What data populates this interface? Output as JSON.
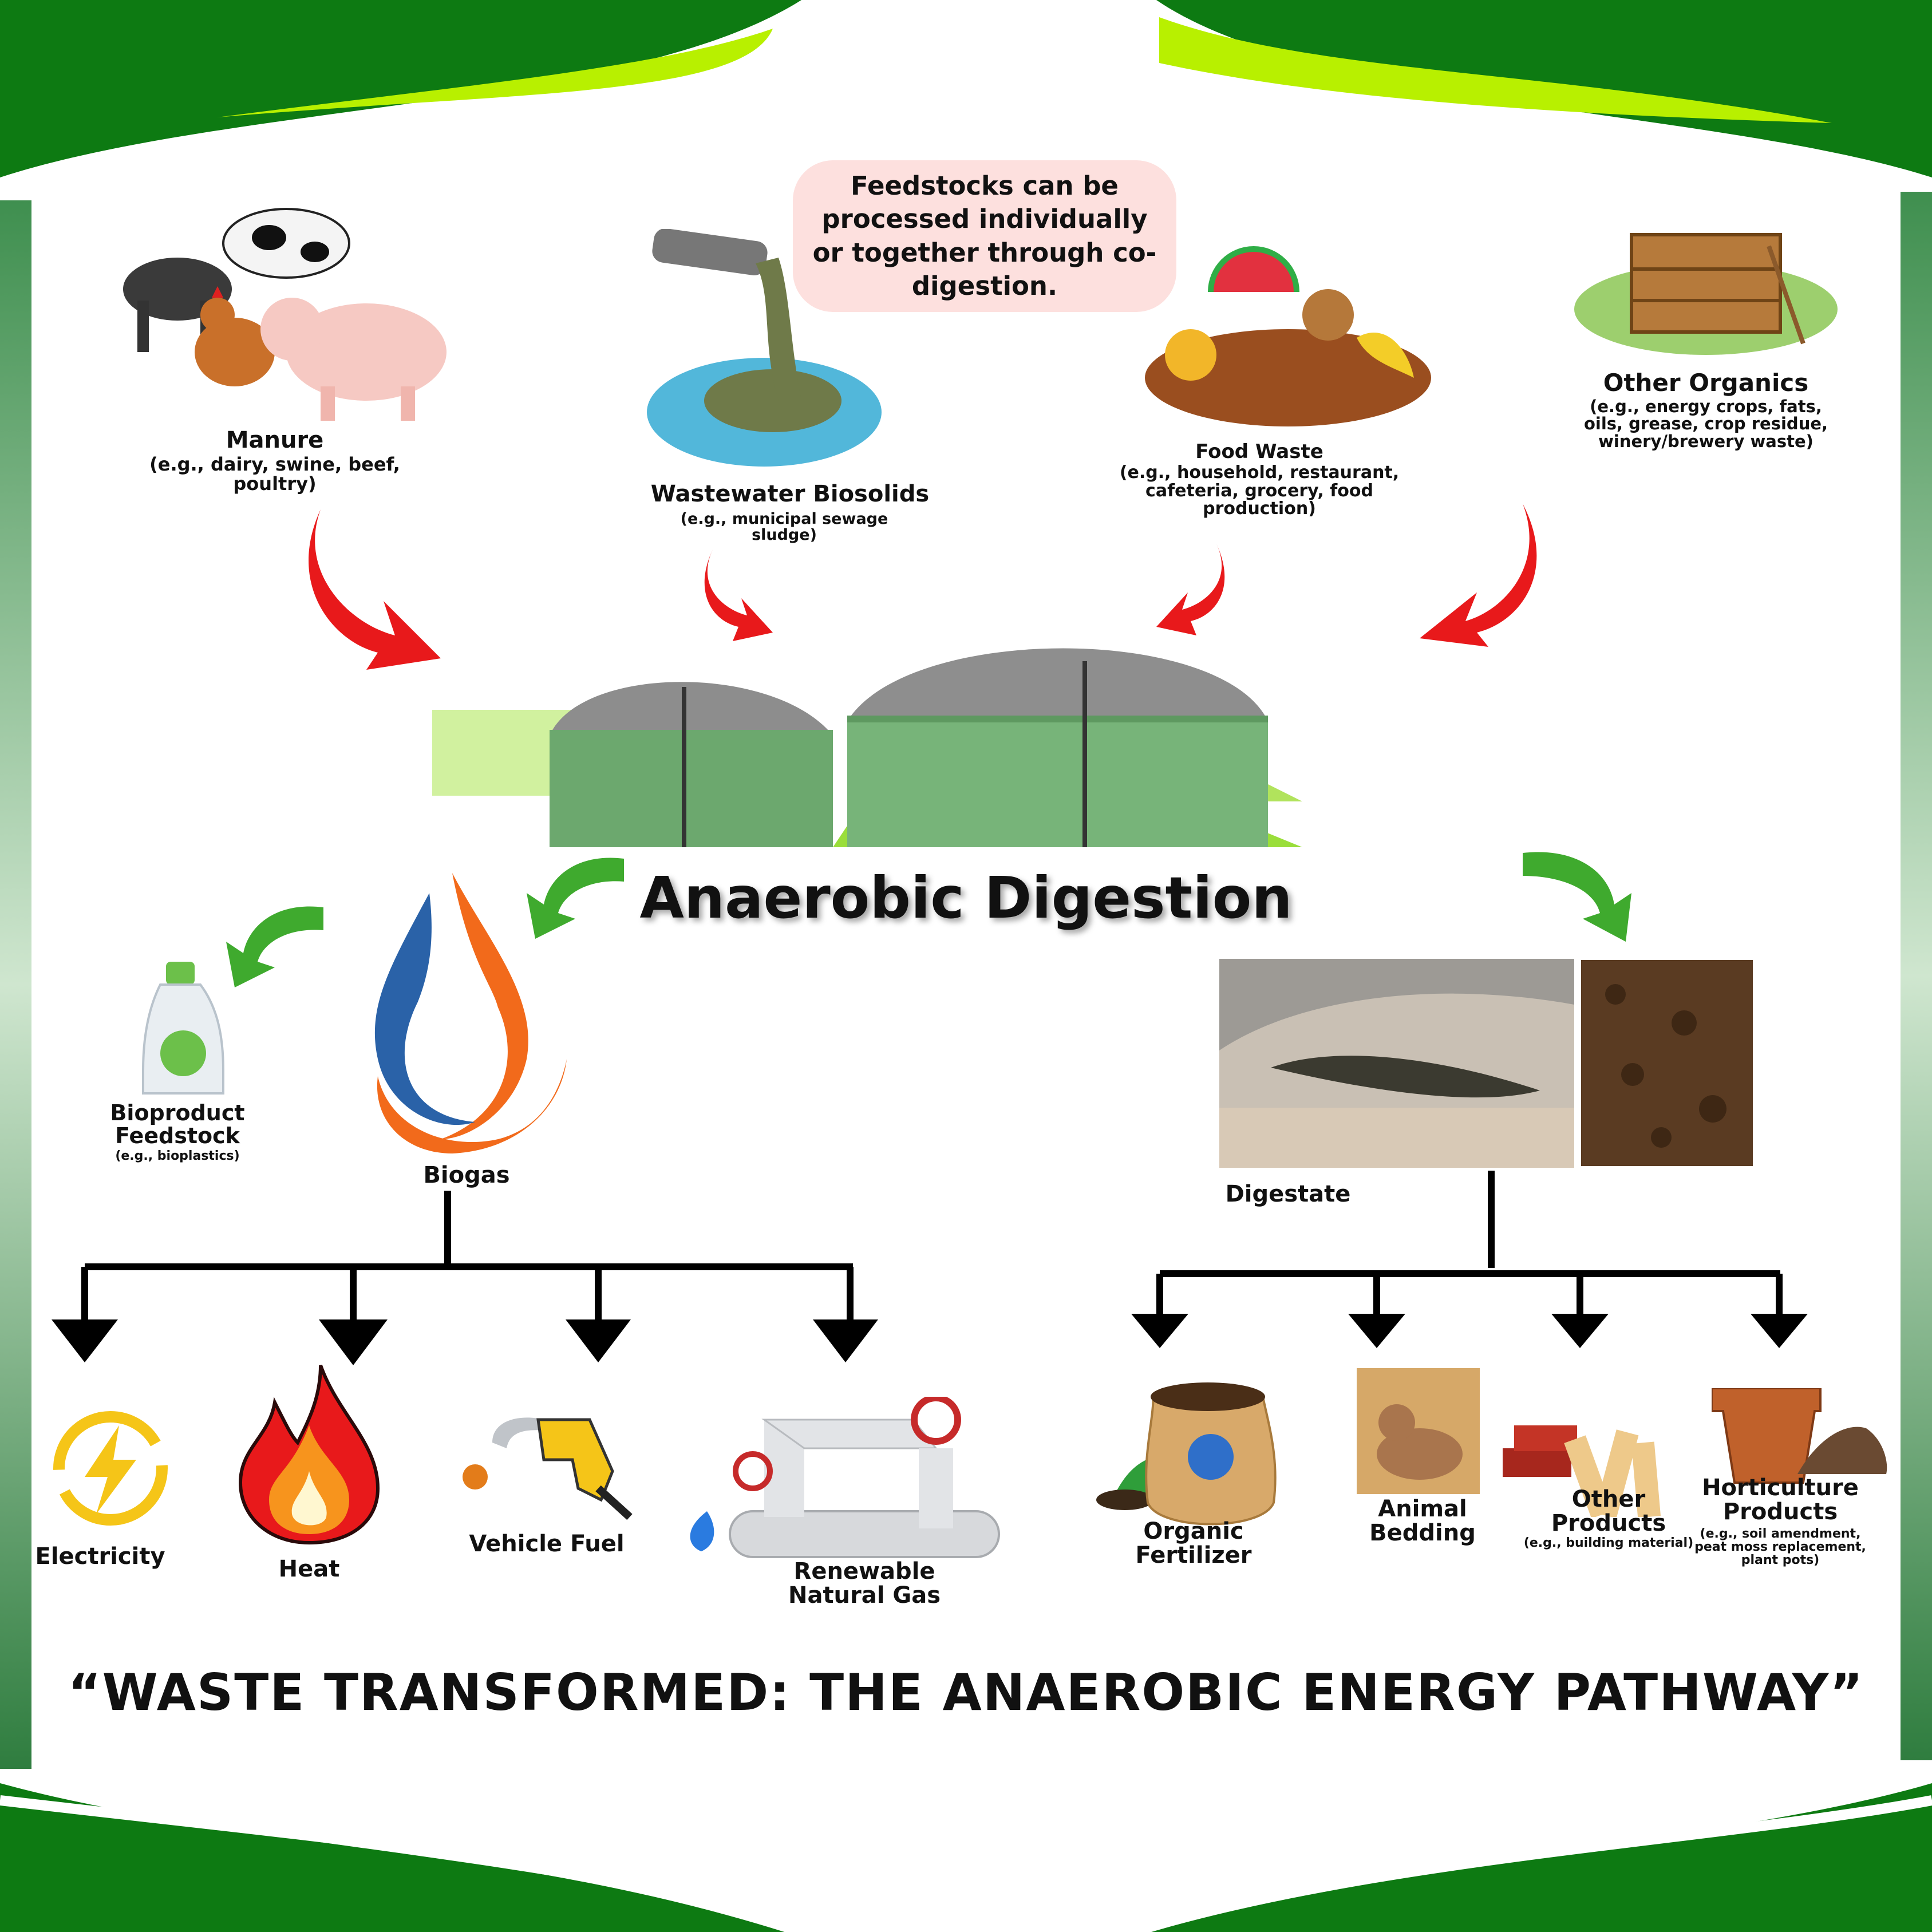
{
  "bubble": {
    "text": "Feedstocks can be processed individually or together through co-digestion."
  },
  "feedstocks": {
    "manure": {
      "label": "Manure",
      "sub": "(e.g., dairy, swine, beef, poultry)"
    },
    "wastewater": {
      "label": "Wastewater Biosolids",
      "sub": "(e.g., municipal sewage sludge)"
    },
    "food": {
      "label": "Food Waste",
      "sub": "(e.g., household, restaurant, cafeteria, grocery, food production)"
    },
    "other": {
      "label": "Other Organics",
      "sub": "(e.g., energy crops, fats, oils, grease, crop residue, winery/brewery waste)"
    }
  },
  "process": {
    "title": "Anaerobic Digestion"
  },
  "outputs": {
    "bioproduct": {
      "label": "Bioproduct Feedstock",
      "sub": "(e.g., bioplastics)"
    },
    "biogas": {
      "label": "Biogas"
    },
    "digestate": {
      "label": "Digestate"
    }
  },
  "biogas_uses": [
    {
      "label": "Electricity"
    },
    {
      "label": "Heat"
    },
    {
      "label": "Vehicle Fuel"
    },
    {
      "label": "Renewable Natural Gas"
    }
  ],
  "digestate_uses": [
    {
      "label": "Organic Fertilizer",
      "sub": ""
    },
    {
      "label": "Animal Bedding",
      "sub": ""
    },
    {
      "label": "Other Products",
      "sub": "(e.g., building material)"
    },
    {
      "label": "Horticulture Products",
      "sub": "(e.g., soil amendment, peat moss replacement, plant pots)"
    }
  ],
  "footer": {
    "title": "“WASTE TRANSFORMED: THE ANAEROBIC ENERGY PATHWAY”"
  },
  "colors": {
    "frame_green": "#0d7a12",
    "lime": "#b8f000",
    "arrow_red": "#e8191b",
    "arrow_green": "#3faa2e"
  }
}
